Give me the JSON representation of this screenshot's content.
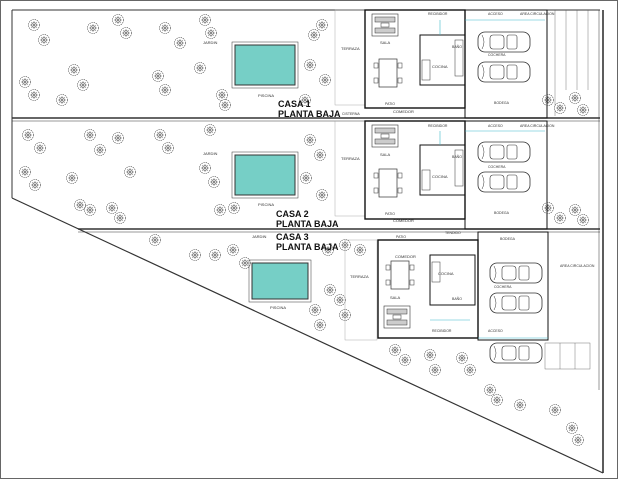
{
  "houses": [
    {
      "title1": "CASA 1",
      "title2": "PLANTA BAJA",
      "rooms": {
        "jardin": "JARDIN",
        "piscina": "PISCINA",
        "terraza": "TERRAZA",
        "sala": "SALA",
        "comedor": "COMEDOR",
        "cocina": "COCINA",
        "recibidor": "RECIBIDOR",
        "bano": "BAÑO",
        "patio": "PATIO",
        "cochera": "COCHERA",
        "bodega": "BODEGA",
        "acceso": "ACCESO",
        "area": "AREA CIRCULACION",
        "cisterna": "CISTERNA"
      }
    },
    {
      "title1": "CASA 2",
      "title2": "PLANTA BAJA",
      "rooms": {
        "jardin": "JARDIN",
        "piscina": "PISCINA",
        "terraza": "TERRAZA",
        "sala": "SALA",
        "comedor": "COMEDOR",
        "cocina": "COCINA",
        "recibidor": "RECIBIDOR",
        "bano": "BAÑO",
        "patio": "PATIO",
        "cochera": "COCHERA",
        "bodega": "BODEGA",
        "acceso": "ACCESO",
        "area": "AREA CIRCULACION"
      }
    },
    {
      "title1": "CASA 3",
      "title2": "PLANTA BAJA",
      "rooms": {
        "jardin": "JARDIN",
        "piscina": "PISCINA",
        "terraza": "TERRAZA",
        "sala": "SALA",
        "comedor": "COMEDOR",
        "cocina": "COCINA",
        "recibidor": "RECIBIDOR",
        "bano": "BAÑO",
        "patio": "PATIO",
        "tendido": "TENDIDO",
        "cochera": "COCHERA",
        "bodega": "BODEGA",
        "acceso": "ACCESO",
        "area": "AREA CIRCULACION"
      }
    }
  ],
  "colors": {
    "pool": "#76cfc6",
    "wall": "#111111",
    "accent": "#3fb7c9",
    "line": "#555555"
  }
}
